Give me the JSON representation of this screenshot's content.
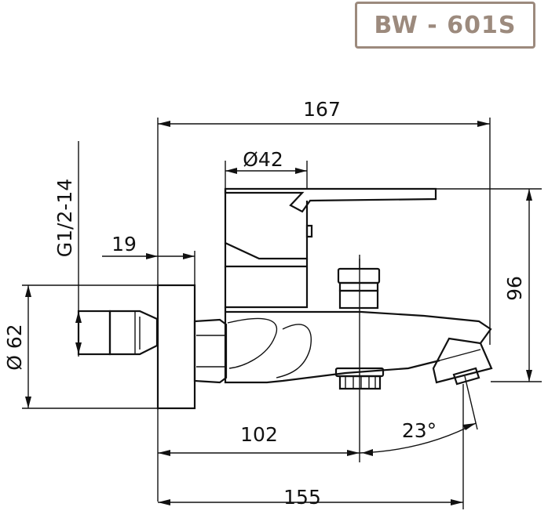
{
  "model": {
    "label": "BW - 601S",
    "border_color": "#9c8a7d",
    "text_color": "#9c8a7d"
  },
  "dimensions": {
    "overall_width": "167",
    "handle_diameter": "Ø42",
    "thread": "G1/2-14",
    "eccentric_offset": "19",
    "flange_diameter": "Ø 62",
    "height": "96",
    "wall_to_spout_axis": "102",
    "spout_angle": "23°",
    "wall_to_spout_tip": "155"
  }
}
